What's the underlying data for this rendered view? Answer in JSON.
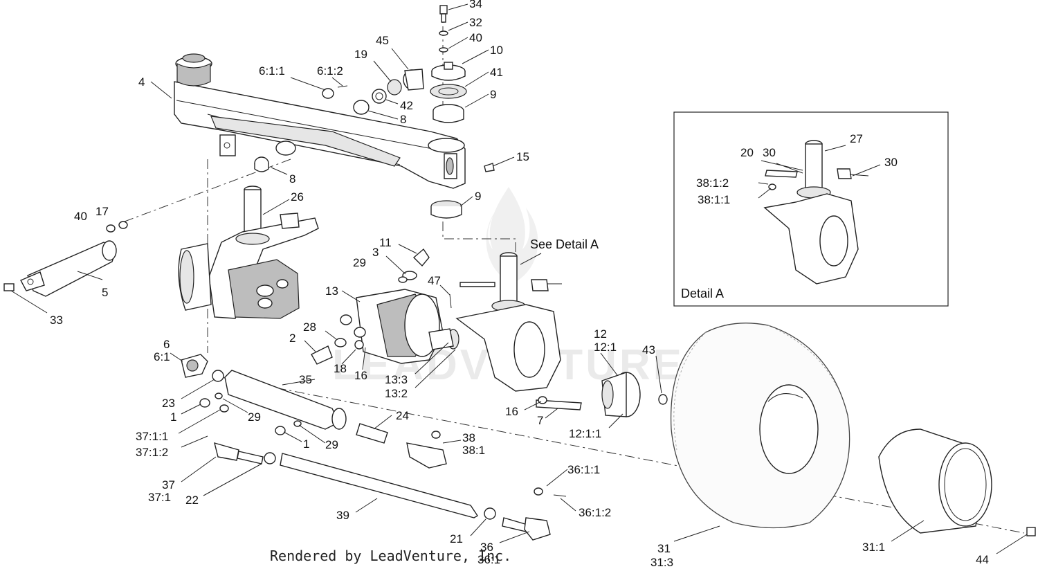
{
  "detail_box": {
    "label": "Detail A"
  },
  "see_detail": "See Detail A",
  "watermark": "LEADVENTURE",
  "credit": "Rendered by LeadVenture, Inc.",
  "callouts": [
    "34",
    "32",
    "40",
    "10",
    "41",
    "9",
    "45",
    "19",
    "42",
    "8",
    "6:1:1",
    "6:1:2",
    "4",
    "15",
    "8",
    "9",
    "26",
    "17",
    "40",
    "5",
    "33",
    "11",
    "3",
    "29",
    "See Detail A",
    "13",
    "47",
    "28",
    "2",
    "18",
    "16",
    "13:3",
    "13:2",
    "6",
    "6:1",
    "35",
    "23",
    "1",
    "29",
    "24",
    "37:1:1",
    "37:1:2",
    "1",
    "29",
    "38",
    "38:1",
    "37",
    "37:1",
    "22",
    "39",
    "21",
    "36",
    "36:1",
    "36:1:1",
    "36:1:2",
    "16",
    "7",
    "12",
    "12:1",
    "43",
    "12:1:1",
    "31",
    "31:3",
    "31:1",
    "44",
    "20",
    "30",
    "27",
    "30",
    "38:1:2",
    "38:1:1"
  ]
}
